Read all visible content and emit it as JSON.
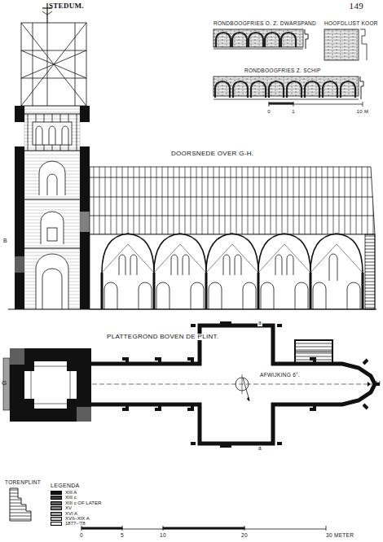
{
  "diagram": {
    "labels": [
      "STEDUM.",
      "149",
      "RONDBOOGFRIES O. Z. DWARSPAND",
      "HOOFDLIJST KOOR",
      "RONDBOOGFRIES Z. SCHIP",
      "0",
      "1",
      "10 M",
      "DOORSNEDE OVER G-H.",
      "B",
      "PLATTEGROND BOVEN DE PLINT.",
      "G",
      "H",
      "AFWIJKING 6°.",
      "a",
      "a",
      "TORENPLINT",
      "LEGENDA",
      "0",
      "5",
      "10",
      "20",
      "30 METER"
    ],
    "legend": [
      {
        "text": "XIII A",
        "color": "#111111"
      },
      {
        "text": "XIII c",
        "color": "#3a3a3a"
      },
      {
        "text": "XIII c OF LATER",
        "color": "#5e5e5e"
      },
      {
        "text": "XV",
        "color": "#808080"
      },
      {
        "text": "XVI A",
        "color": "#a0a0a0"
      },
      {
        "text": "XVII–XIX A",
        "color": "#c4c4c4"
      },
      {
        "text": "1877–'78",
        "color": "#e6e6e6"
      }
    ]
  }
}
